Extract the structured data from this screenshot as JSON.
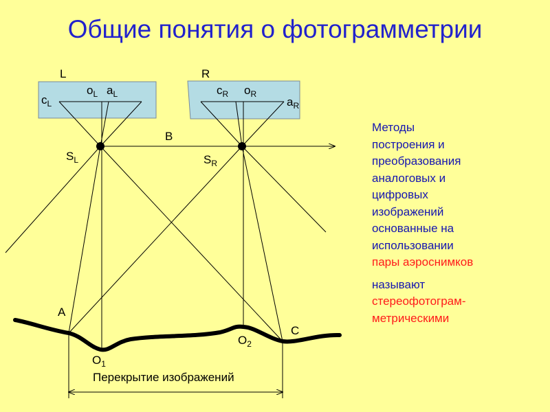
{
  "title": "Общие понятия о фотограмметрии",
  "diagram": {
    "L": "L",
    "R": "R",
    "B": "B",
    "A": "A",
    "C": "C",
    "o_main": "o",
    "a_main": "a",
    "c_main": "c",
    "S_main": "S",
    "O_main": "O",
    "sub_L": "L",
    "sub_R": "R",
    "sub_1": "1",
    "sub_2": "2",
    "overlap": "Перекрытие изображений"
  },
  "side_text": {
    "line1": "Методы",
    "line2": "построения и",
    "line3": "преобразования",
    "line4": "аналоговых и",
    "line5": "цифровых",
    "line6": "изображений",
    "line7": "основанные на",
    "line8": "использовании",
    "line9": "пары аэроснимков",
    "line10": "называют",
    "line11": "стереофотограм-",
    "line12": "метрическими"
  },
  "colors": {
    "background": "#FFFF99",
    "title": "#2222CC",
    "side_text": "#1515B0",
    "highlight": "#FF1A1A",
    "image_plane": "#B4DCE4"
  }
}
